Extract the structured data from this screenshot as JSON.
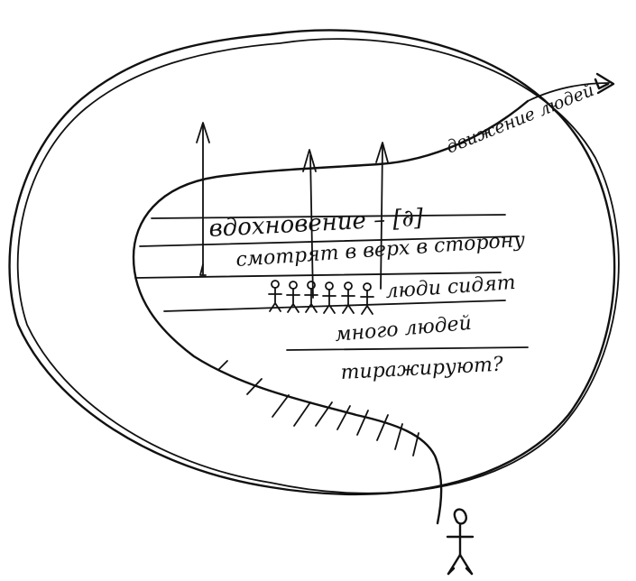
{
  "colors": {
    "ink": "#111111",
    "paper": "#ffffff"
  },
  "labels": {
    "people_movement": "движение людей",
    "inspiration": "вдохновение – [∂]",
    "looks_up": "смотрят в верх в сторону",
    "people_sit": "люди сидят",
    "many_people": "много людей",
    "replicate": "тиражируют?"
  },
  "icons": {
    "arrows": "arrow-up-icon",
    "figures": "person-figure-icon",
    "hatching": "hatch-marks"
  }
}
